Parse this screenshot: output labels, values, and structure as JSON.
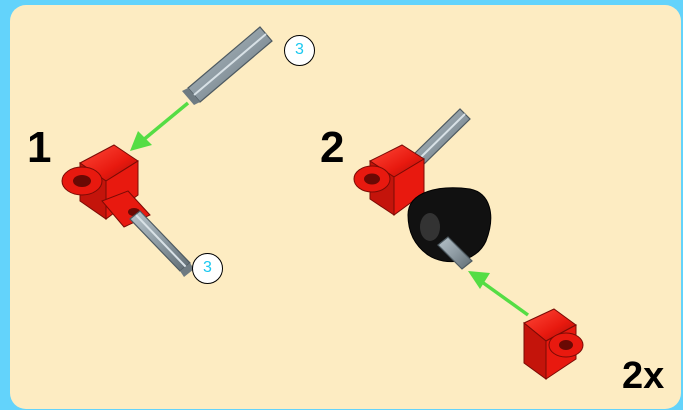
{
  "steps": [
    {
      "number": "1"
    },
    {
      "number": "2"
    }
  ],
  "axle_length_badges": [
    "3",
    "3"
  ],
  "quantity_label": "2x",
  "colors": {
    "outer_border": "#63d3fb",
    "panel_background": "#fdecc2",
    "connector_red": "#e8190f",
    "axle_gray": "#8e9ba3",
    "bushing_black": "#111111",
    "arrow_green": "#55dd44",
    "badge_text": "#1ac8f0"
  },
  "icons": [
    "axle-icon",
    "angle-connector-icon",
    "bushing-icon",
    "insert-arrow-icon"
  ]
}
